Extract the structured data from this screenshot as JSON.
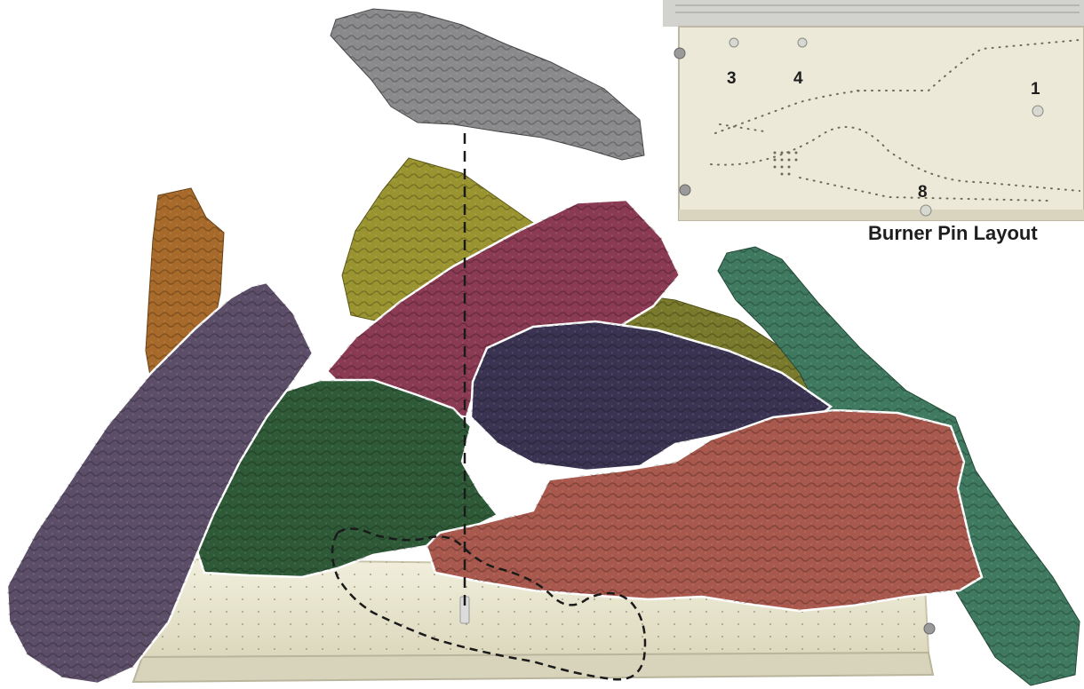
{
  "inset": {
    "caption": "Burner Pin Layout",
    "pins": [
      {
        "id": "pin-3",
        "label": "3"
      },
      {
        "id": "pin-4",
        "label": "4"
      },
      {
        "id": "pin-1",
        "label": "1"
      },
      {
        "id": "pin-8",
        "label": "8"
      }
    ]
  },
  "logs": [
    {
      "name": "top-grey-log",
      "color": "#8a8a8c"
    },
    {
      "name": "orange-log",
      "color": "#a86a2a"
    },
    {
      "name": "yellow-log",
      "color": "#9a9430"
    },
    {
      "name": "magenta-log",
      "color": "#8a3a52"
    },
    {
      "name": "olive-log",
      "color": "#7a7a2c"
    },
    {
      "name": "teal-log",
      "color": "#3f7a60"
    },
    {
      "name": "navy-log",
      "color": "#3a3452"
    },
    {
      "name": "purple-log",
      "color": "#5c4e68"
    },
    {
      "name": "green-log",
      "color": "#2f5a38"
    },
    {
      "name": "salmon-log",
      "color": "#a8584c"
    }
  ],
  "colors": {
    "burner_panel": "#e9e6cf",
    "burner_edge": "#c9c5aa",
    "outline": "#ffffff",
    "guide_line": "#1a1a1a"
  }
}
